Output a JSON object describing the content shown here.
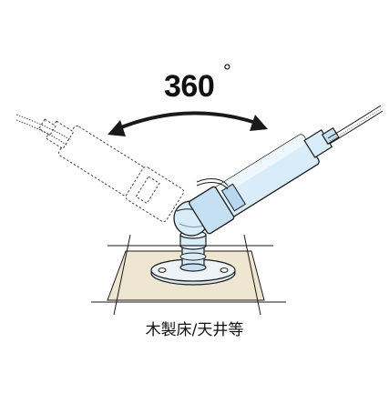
{
  "rotation": {
    "value": "360",
    "unit": "°"
  },
  "caption": "木製床/天井等",
  "colors": {
    "camera_body": "#d8ecfa",
    "camera_shadow": "#b7d6ef",
    "mount_plate": "#efe6d2",
    "outline": "#1a1a1a",
    "ghost_outline": "#444444"
  },
  "icons": {
    "arrow": "double-headed-curved-arrow",
    "camera": "tube-camera",
    "mount": "swivel-mount"
  }
}
